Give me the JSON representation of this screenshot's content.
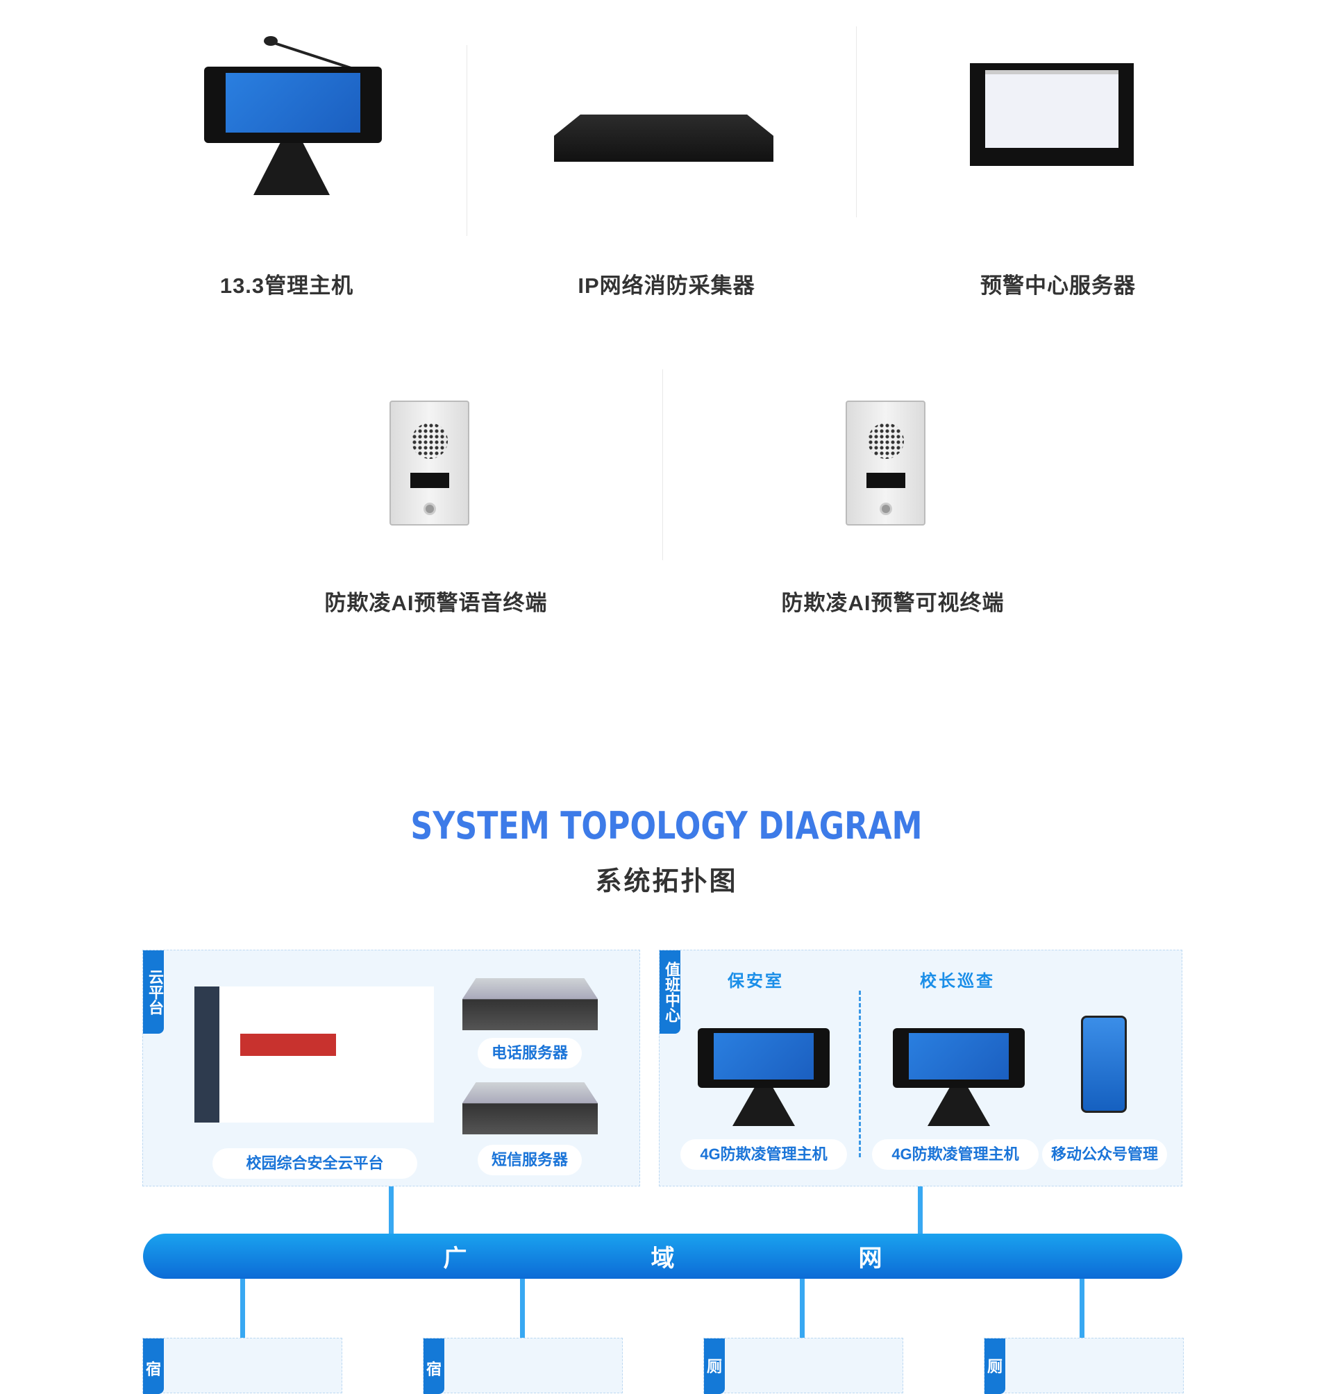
{
  "products_row1": [
    {
      "label": "13.3管理主机"
    },
    {
      "label": "IP网络消防采集器"
    },
    {
      "label": "预警中心服务器"
    }
  ],
  "products_row2": [
    {
      "label": "防欺凌AI预警语音终端"
    },
    {
      "label": "防欺凌AI预警可视终端"
    }
  ],
  "topology": {
    "title_en": "SYSTEM TOPOLOGY DIAGRAM",
    "title_cn": "系统拓扑图",
    "cloud": {
      "tag": "云平台",
      "platform": "校园综合安全云平台",
      "phone_server": "电话服务器",
      "sms_server": "短信服务器"
    },
    "duty": {
      "tag": "值班中心",
      "security_room": "保安室",
      "principal": "校长巡查",
      "host1": "4G防欺凌管理主机",
      "host2": "4G防欺凌管理主机",
      "mobile": "移动公众号管理"
    },
    "wan": [
      "广",
      "域",
      "网"
    ],
    "bottom_tags": [
      "宿",
      "宿",
      "厕",
      "厕"
    ]
  },
  "colors": {
    "accent": "#3d7be8",
    "tag": "#1479d7",
    "wan": "#0c6bd6"
  }
}
